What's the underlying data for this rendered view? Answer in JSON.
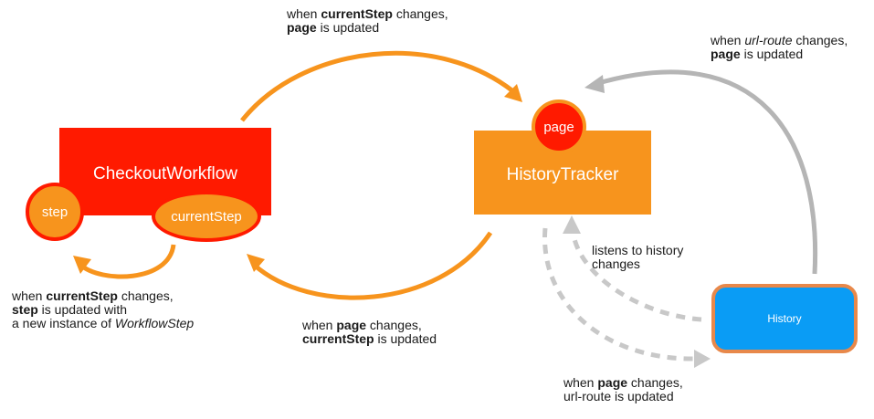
{
  "colors": {
    "red": "#ff1a00",
    "orange": "#f7941d",
    "orange_arrow": "#f7941d",
    "gray_arrow": "#b5b5b5",
    "blue": "#0a9cf5",
    "border_orange": "#e8884a"
  },
  "nodes": {
    "checkout_workflow": {
      "label": "CheckoutWorkflow"
    },
    "step": {
      "label": "step"
    },
    "current_step": {
      "label": "currentStep"
    },
    "history_tracker": {
      "label": "HistoryTracker"
    },
    "page": {
      "label": "page"
    },
    "history": {
      "label": "History"
    }
  },
  "captions": {
    "top_center": {
      "l1_pre": "when ",
      "l1_bold": "currentStep",
      "l1_post": " changes,",
      "l2_bold": "page",
      "l2_post": " is updated"
    },
    "top_right": {
      "l1_pre": "when ",
      "l1_italic": "url-route",
      "l1_post": " changes,",
      "l2_bold": "page",
      "l2_post": " is updated"
    },
    "bottom_left": {
      "l1_pre": "when ",
      "l1_bold": "currentStep",
      "l1_post": " changes,",
      "l2_bold": "step",
      "l2_post": " is updated with",
      "l3_pre": "a new instance of ",
      "l3_italic": "WorkflowStep"
    },
    "bottom_center": {
      "l1_pre": "when ",
      "l1_bold": "page",
      "l1_post": " changes,",
      "l2_bold": "currentStep",
      "l2_post": " is updated"
    },
    "history_listen": {
      "l1": "listens to history",
      "l2": "changes"
    },
    "bottom_right": {
      "l1_pre": "when ",
      "l1_bold": "page",
      "l1_post": " changes,",
      "l2": "url-route is updated"
    }
  }
}
